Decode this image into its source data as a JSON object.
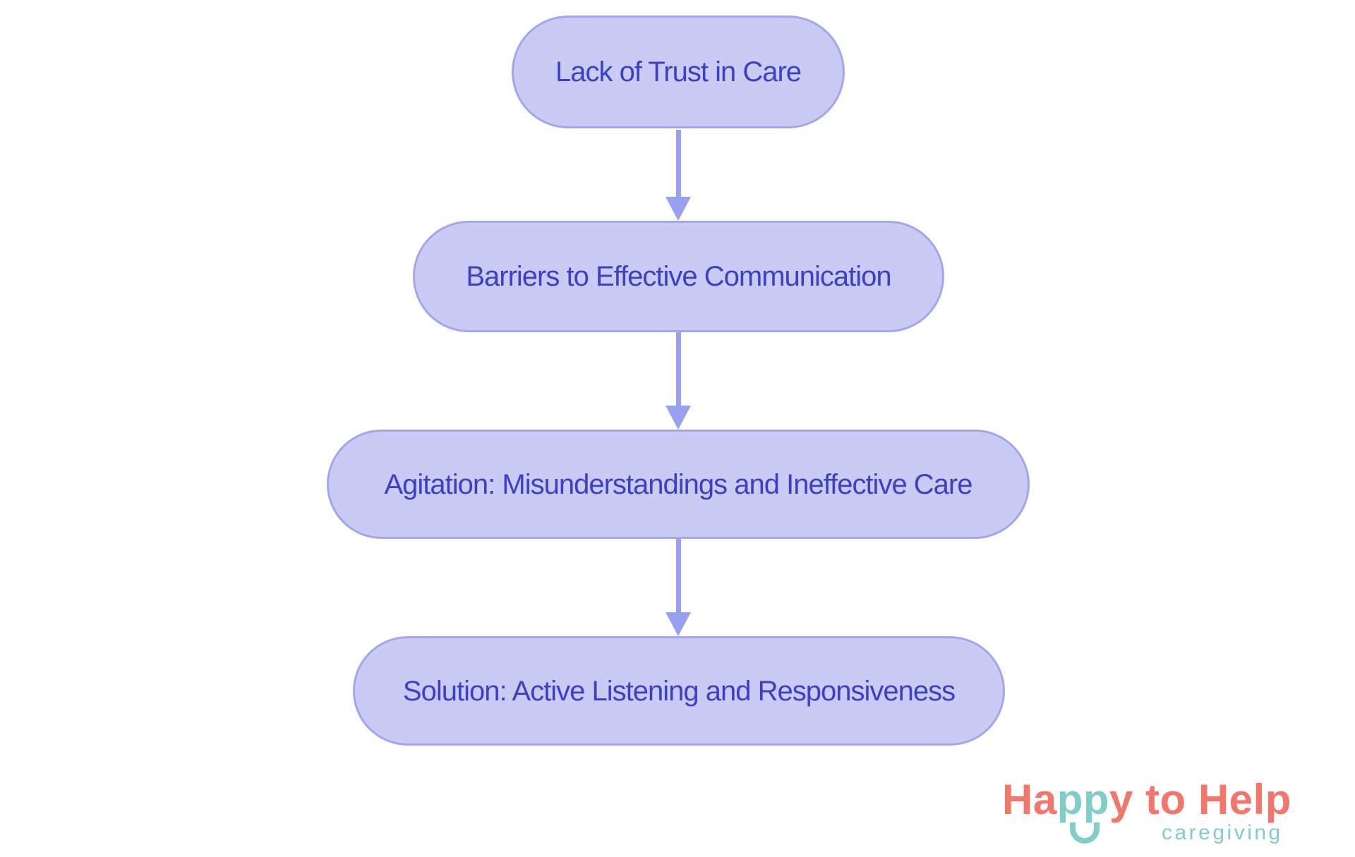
{
  "canvas": {
    "background": "#ffffff"
  },
  "flowchart": {
    "type": "vertical-flow",
    "style": {
      "node_fill": "#c9cbf4",
      "node_border": "#a2a6ef",
      "node_text_color": "#3c40c6",
      "arrow_color": "#98a0ef"
    },
    "nodes": [
      {
        "label": "Lack of Trust in Care"
      },
      {
        "label": "Barriers to Effective Communication"
      },
      {
        "label": "Agitation: Misunderstandings and Ineffective Care"
      },
      {
        "label": "Solution: Active Listening and Responsiveness"
      }
    ],
    "edges": [
      {
        "from": "Lack of Trust in Care",
        "to": "Barriers to Effective Communication"
      },
      {
        "from": "Barriers to Effective Communication",
        "to": "Agitation: Misunderstandings and Ineffective Care"
      },
      {
        "from": "Agitation: Misunderstandings and Ineffective Care",
        "to": "Solution: Active Listening and Responsiveness"
      }
    ]
  },
  "logo": {
    "brand": "Happy to Help",
    "parts": [
      {
        "text": "Ha",
        "color": "#f2766c"
      },
      {
        "text": "pp",
        "color": "#7fcec7"
      },
      {
        "text": "y to Help",
        "color": "#f2766c"
      }
    ],
    "subtitle": "caregiving",
    "colors": {
      "coral": "#f2766c",
      "teal": "#7fcec7"
    }
  }
}
